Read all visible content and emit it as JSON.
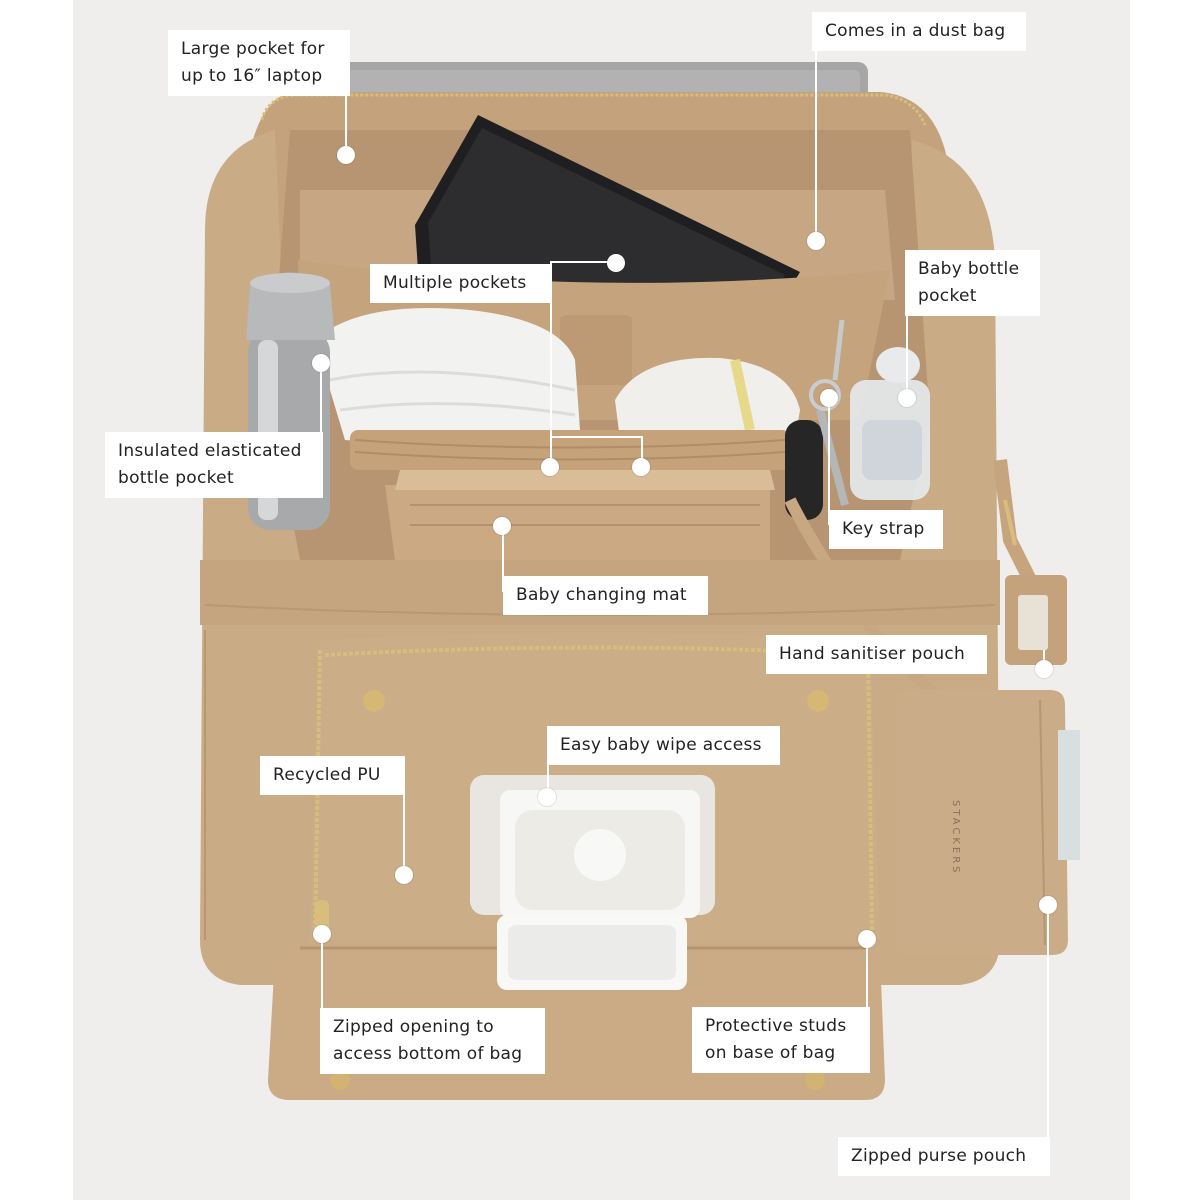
{
  "product": {
    "brand_mark": "STACKERS"
  },
  "colors": {
    "background": "#efeeec",
    "bag_tan": "#c9ab86",
    "lining": "#c2a07a",
    "zip_gold": "#d8bd7c",
    "callout_bg": "#ffffff"
  },
  "callouts": {
    "laptop_pocket": "Large pocket for\nup to 16″ laptop",
    "dust_bag": "Comes in a dust bag",
    "multiple_pockets": "Multiple pockets",
    "bottle_pocket": "Baby bottle\npocket",
    "insulated_pocket": "Insulated elasticated\nbottle pocket",
    "key_strap": "Key strap",
    "changing_mat": "Baby changing mat",
    "sanitiser_pouch": "Hand sanitiser pouch",
    "wipe_access": "Easy baby wipe access",
    "recycled_pu": "Recycled PU",
    "zipped_opening": "Zipped opening to\naccess bottom of bag",
    "protective_studs": "Protective studs\non base of bag",
    "purse_pouch": "Zipped purse pouch"
  }
}
